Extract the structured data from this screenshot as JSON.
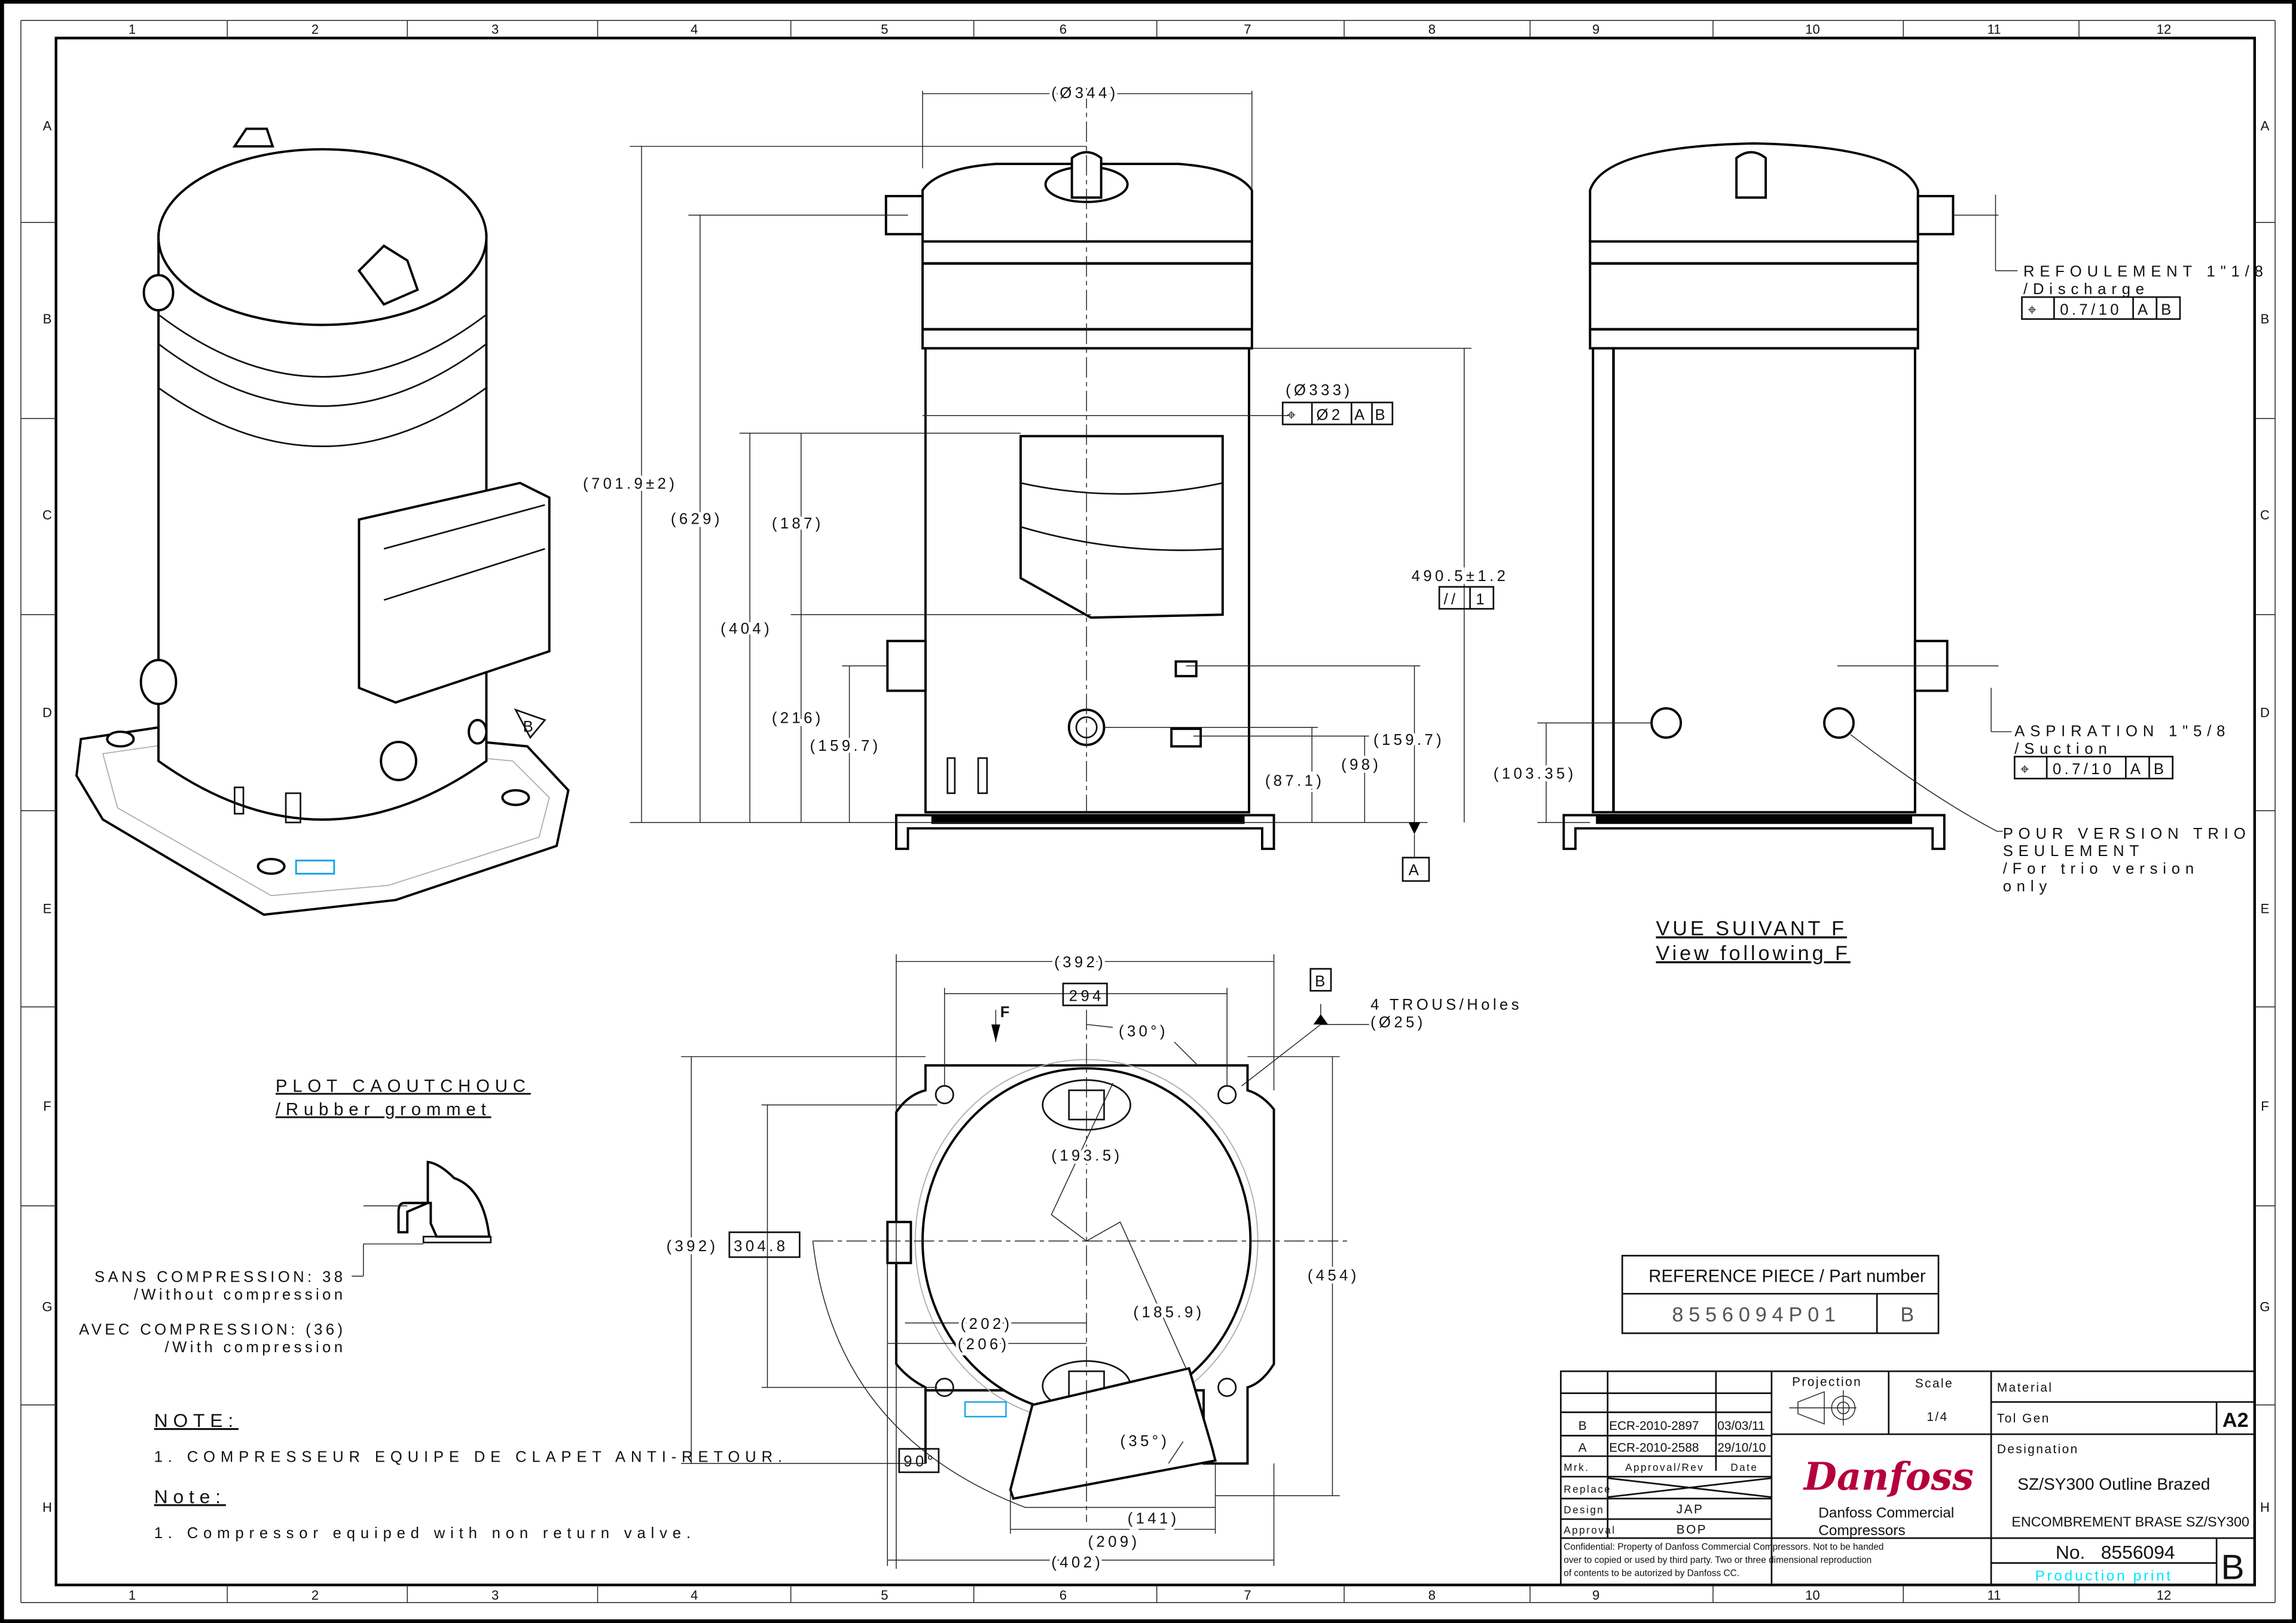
{
  "zones": {
    "columns": [
      "1",
      "2",
      "3",
      "4",
      "5",
      "6",
      "7",
      "8",
      "9",
      "10",
      "11",
      "12"
    ],
    "rows": [
      "A",
      "B",
      "C",
      "D",
      "E",
      "F",
      "G",
      "H"
    ]
  },
  "isometric_view": {
    "datum_label": "B"
  },
  "front_view": {
    "dia_top": "(Ø344)",
    "height_total": "(701.9±2)",
    "height_629": "(629)",
    "height_404": "(404)",
    "height_187": "(187)",
    "height_216": "(216)",
    "height_159_left": "(159.7)",
    "dia_body": "(Ø333)",
    "position_tolerance": {
      "symbol": "⌖",
      "value": "Ø2",
      "datum1": "A",
      "datum2": "B"
    },
    "height_490": "490.5±1.2",
    "parallelism": {
      "symbol": "//",
      "value": "1"
    },
    "height_159_right": "(159.7)",
    "height_98": "(98)",
    "height_87": "(87.1)",
    "datum_a": "A"
  },
  "side_view": {
    "height_103": "(103.35)",
    "discharge": {
      "label": "REFOULEMENT 1\"1/8",
      "sub": "/Discharge",
      "tolerance": {
        "symbol": "⌖",
        "value": "0.7/10",
        "datum1": "A",
        "datum2": "B"
      }
    },
    "suction": {
      "label": "ASPIRATION 1\"5/8",
      "sub": "/Suction",
      "tolerance": {
        "symbol": "⌖",
        "value": "0.7/10",
        "datum1": "A",
        "datum2": "B"
      }
    },
    "trio_note": [
      "POUR VERSION TRIO",
      "SEULEMENT",
      "/For trio version",
      "only"
    ],
    "view_title": "VUE SUIVANT F",
    "view_title_en": "View following F"
  },
  "bottom_view": {
    "width_392_top": "(392)",
    "holes_spacing": "294",
    "view_arrow": "F",
    "angle_30": "(30°)",
    "datum_b": "B",
    "holes_label": "4 TROUS/Holes",
    "holes_dia": "(Ø25)",
    "radius_193": "(193.5)",
    "height_392_left": "(392)",
    "holes_spacing_v": "304.8",
    "height_454": "(454)",
    "radius_185": "(185.9)",
    "offset_202": "(202)",
    "offset_206": "(206)",
    "angle_35": "(35°)",
    "angle_90": "90°",
    "offset_141": "(141)",
    "width_209": "(209)",
    "width_402": "(402)"
  },
  "grommet": {
    "title": "PLOT CAOUTCHOUC",
    "subtitle": "/Rubber grommet",
    "without_label": "SANS COMPRESSION: 38",
    "without_en": "/Without compression",
    "with_label": "AVEC COMPRESSION: (36)",
    "with_en": "/With compression"
  },
  "notes": {
    "heading_fr": "NOTE:",
    "item_fr": "1. COMPRESSEUR EQUIPE DE CLAPET ANTI-RETOUR.",
    "heading_en": "Note:",
    "item_en": "1. Compressor equiped with non return valve."
  },
  "reference_piece": {
    "label": "REFERENCE PIECE / Part number",
    "part_number": "8556094P01",
    "revision": "B"
  },
  "title_block": {
    "revisions": [
      {
        "mark": "B",
        "approval": "ECR-2010-2897",
        "date": "03/03/11"
      },
      {
        "mark": "A",
        "approval": "ECR-2010-2588",
        "date": "29/10/10"
      }
    ],
    "headers": {
      "mark": "Mrk.",
      "approval": "Approval/Rev",
      "date": "Date"
    },
    "replace_label": "Replace",
    "design_label": "Design",
    "design_value": "JAP",
    "approval_label": "Approval",
    "approval_value": "BOP",
    "projection_label": "Projection",
    "scale_label": "Scale",
    "scale_value": "1/4",
    "material_label": "Material",
    "tol_gen_label": "Tol Gen",
    "sheet_size": "A2",
    "designation_label": "Designation",
    "designation_1": "SZ/SY300 Outline Brazed",
    "designation_2": "ENCOMBREMENT BRASE SZ/SY300",
    "logo_text": "Danfoss",
    "company_1": "Danfoss Commercial",
    "company_2": "Compressors",
    "confidential": [
      "Confidential: Property of Danfoss Commercial Compressors. Not to be handed",
      "over to copied or used by third party. Two or three dimensional reproduction",
      "of contents to be autorized by Danfoss CC."
    ],
    "number_label": "No.",
    "number_value": "8556094",
    "status": "Production print",
    "revision": "B",
    "colors": {
      "logo": "#b5003c",
      "status": "#00e5ff"
    }
  }
}
